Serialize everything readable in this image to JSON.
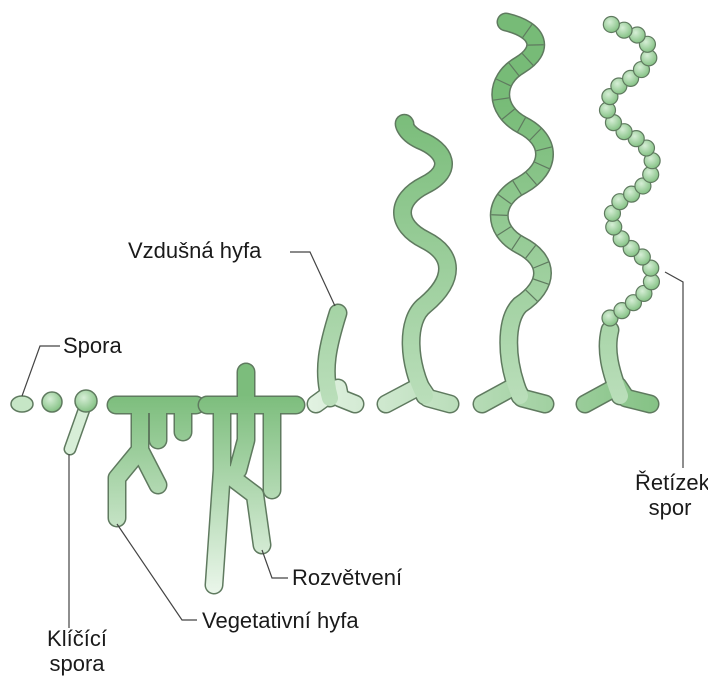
{
  "labels": {
    "spora": "Spora",
    "vzdusna_hyfa": "Vzdušná hyfa",
    "klicici_spora_line1": "Klíčící",
    "klicici_spora_line2": "spora",
    "vegetativni_hyfa": "Vegetativní hyfa",
    "rozvetveni": "Rozvětvení",
    "retizek_spor_line1": "Řetízek",
    "retizek_spor_line2": "spor"
  },
  "colors": {
    "hypha_dark": "#7fbf7f",
    "hypha_light": "#e3f3e3",
    "outline": "#5f7a5f",
    "leader_line": "#444444"
  }
}
